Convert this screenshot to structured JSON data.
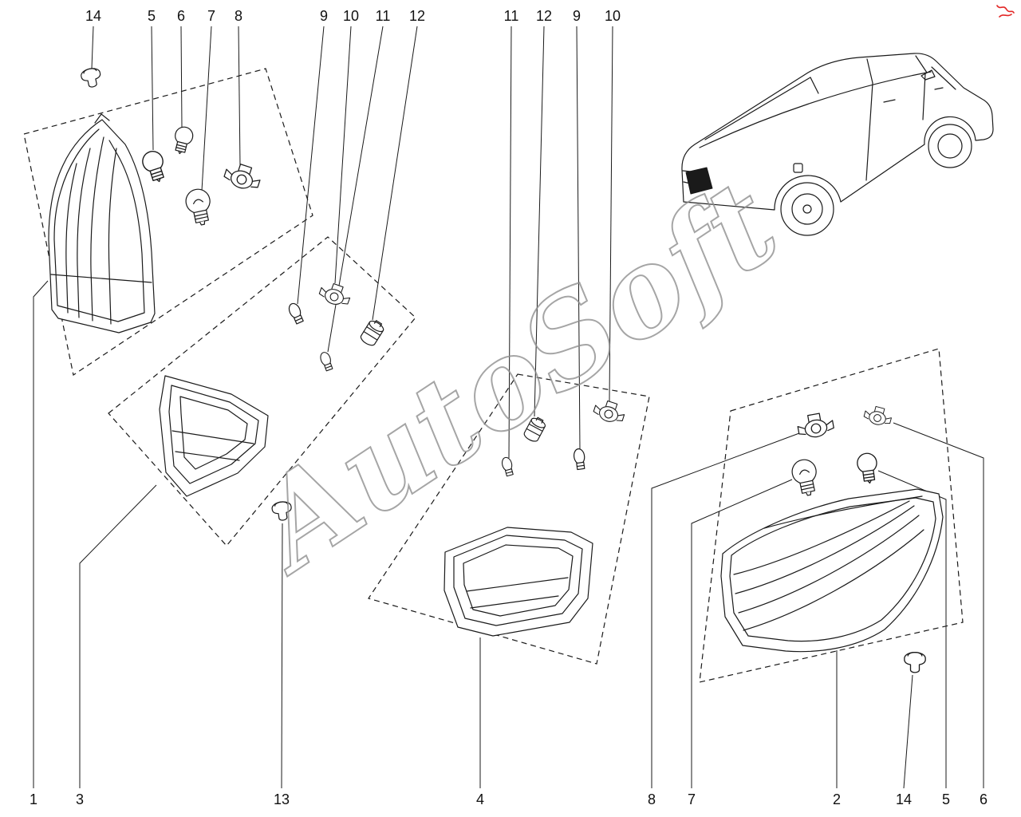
{
  "diagram": {
    "watermark": "AutoSoft",
    "accent_red": "#e32726",
    "line_color": "#1a1a1a",
    "watermark_color": "#8f8f8f",
    "callouts_top": [
      "14",
      "5",
      "6",
      "7",
      "8",
      "9",
      "10",
      "11",
      "12",
      "11",
      "12",
      "9",
      "10"
    ],
    "callouts_bottom": [
      "1",
      "3",
      "13",
      "4",
      "8",
      "7",
      "2",
      "14",
      "5",
      "6"
    ]
  }
}
